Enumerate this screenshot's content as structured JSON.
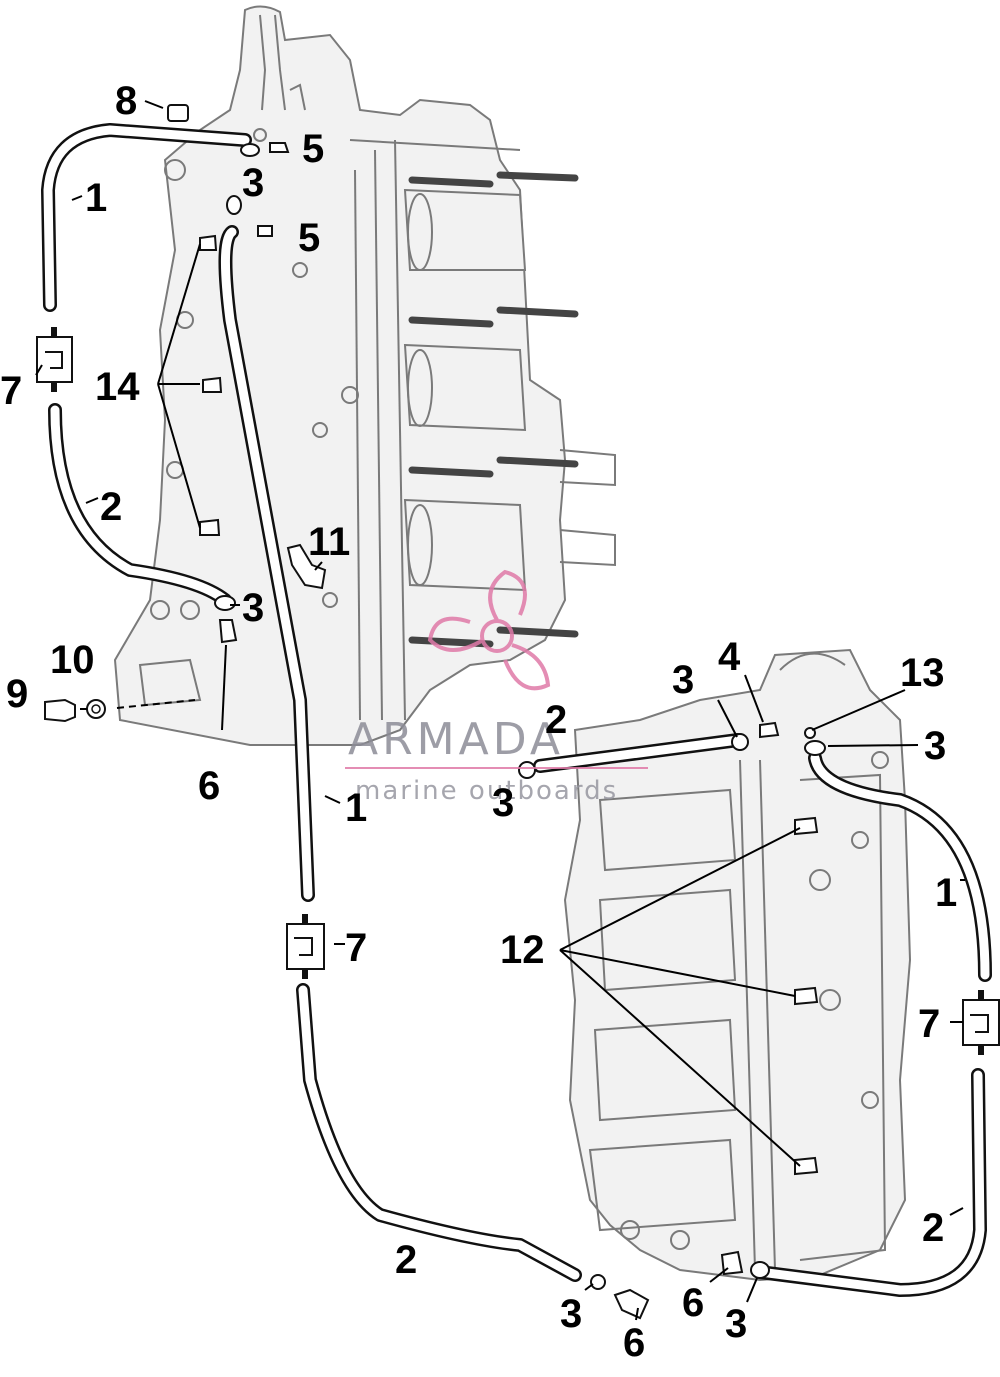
{
  "watermark": {
    "title": "ARMADA",
    "subtitle": "marine outboards",
    "logo_color": "#e07aa8"
  },
  "callouts": {
    "c1a": "1",
    "c1b": "1",
    "c1c": "1",
    "c2a": "2",
    "c2b": "2",
    "c2c": "2",
    "c2d": "2",
    "c3a": "3",
    "c3b": "3",
    "c3c": "3",
    "c3d": "3",
    "c3e": "3",
    "c3f": "3",
    "c3g": "3",
    "c4": "4",
    "c5a": "5",
    "c5b": "5",
    "c6a": "6",
    "c6b": "6",
    "c6c": "6",
    "c7a": "7",
    "c7b": "7",
    "c7c": "7",
    "c8": "8",
    "c9": "9",
    "c10": "10",
    "c11": "11",
    "c12": "12",
    "c13": "13",
    "c14": "14"
  }
}
